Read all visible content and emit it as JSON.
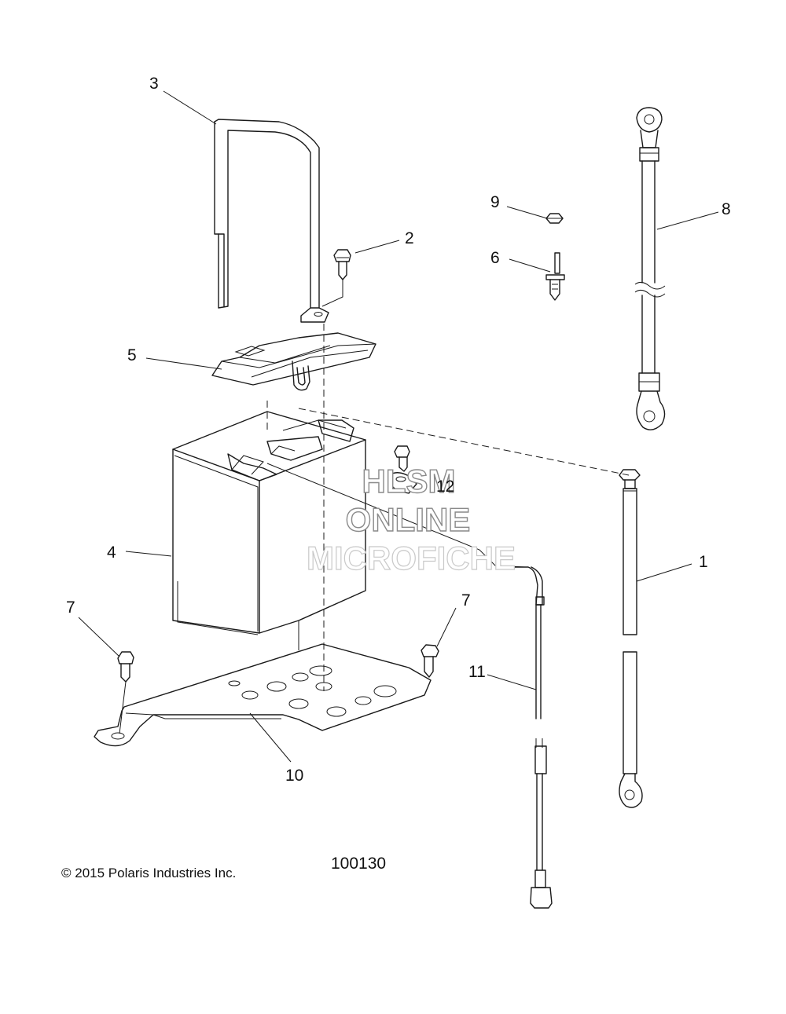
{
  "callouts": [
    {
      "id": "1",
      "label": "1"
    },
    {
      "id": "2",
      "label": "2"
    },
    {
      "id": "3",
      "label": "3"
    },
    {
      "id": "4",
      "label": "4"
    },
    {
      "id": "5",
      "label": "5"
    },
    {
      "id": "6",
      "label": "6"
    },
    {
      "id": "7a",
      "label": "7"
    },
    {
      "id": "7b",
      "label": "7"
    },
    {
      "id": "8",
      "label": "8"
    },
    {
      "id": "9",
      "label": "9"
    },
    {
      "id": "10",
      "label": "10"
    },
    {
      "id": "11",
      "label": "11"
    },
    {
      "id": "12",
      "label": "12"
    }
  ],
  "watermark": {
    "line1": "HLSM",
    "line2": "ONLINE",
    "line3": "MICROFICHE"
  },
  "copyright": "© 2015 Polaris Industries Inc.",
  "figure_number": "100130"
}
